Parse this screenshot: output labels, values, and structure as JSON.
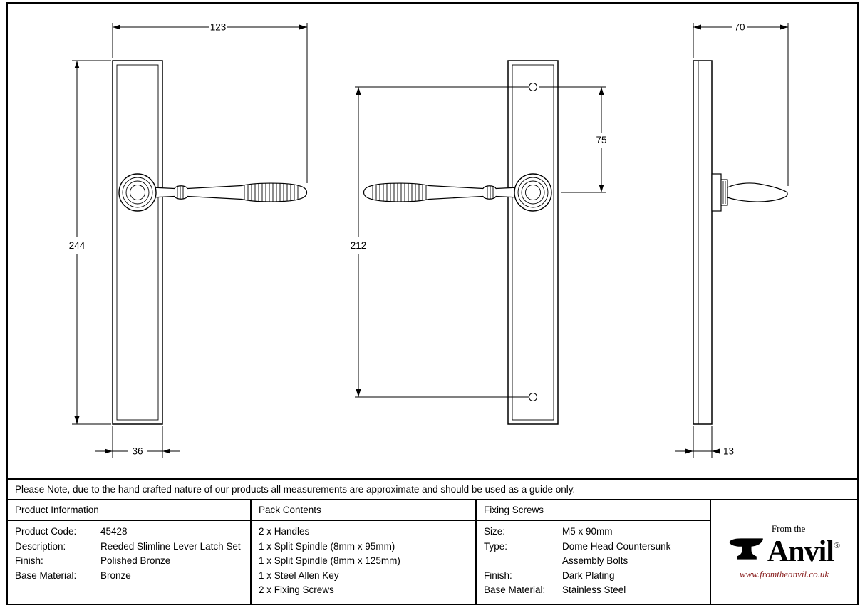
{
  "drawing": {
    "dimensions": {
      "front_total_width": "123",
      "front_plate_height": "244",
      "front_plate_width": "36",
      "screw_centres_height": "212",
      "screw_to_lever": "75",
      "side_projection": "70",
      "side_plate_thickness": "13"
    }
  },
  "note": "Please Note, due to the hand crafted nature of our products all measurements are approximate and should be used as a guide only.",
  "table": {
    "product_information": {
      "header": "Product Information",
      "rows": [
        {
          "label": "Product Code:",
          "value": "45428"
        },
        {
          "label": "Description:",
          "value": "Reeded Slimline Lever Latch Set"
        },
        {
          "label": "Finish:",
          "value": "Polished Bronze"
        },
        {
          "label": "Base Material:",
          "value": "Bronze"
        }
      ]
    },
    "pack_contents": {
      "header": "Pack Contents",
      "items": [
        "2 x Handles",
        "1 x Split Spindle (8mm x 95mm)",
        "1 x Split Spindle (8mm x 125mm)",
        "1 x Steel Allen Key",
        "2 x Fixing Screws"
      ]
    },
    "fixing_screws": {
      "header": "Fixing Screws",
      "rows": [
        {
          "label": "Size:",
          "value": "M5 x 90mm"
        },
        {
          "label": "Type:",
          "value": "Dome Head Countersunk"
        },
        {
          "label": "",
          "value": "Assembly Bolts"
        },
        {
          "label": "Finish:",
          "value": "Dark Plating"
        },
        {
          "label": "Base Material:",
          "value": "Stainless Steel"
        }
      ]
    }
  },
  "brand": {
    "pre": "From the",
    "name": "Anvil",
    "registered": "®",
    "website": "www.fromtheanvil.co.uk"
  },
  "colors": {
    "line": "#000000",
    "background": "#ffffff",
    "brand_red": "#8b2323"
  }
}
